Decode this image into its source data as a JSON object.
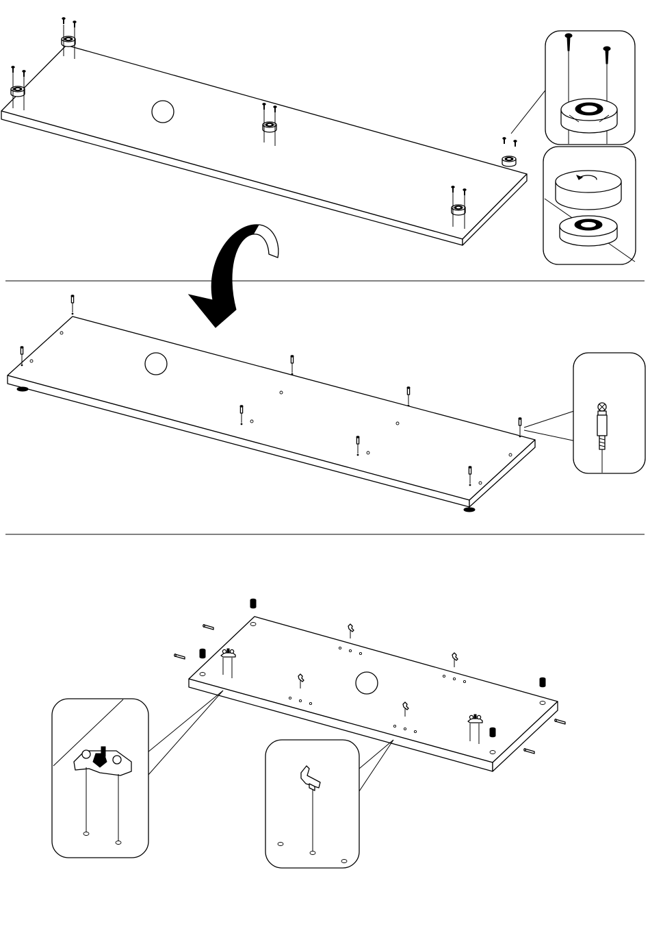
{
  "page": {
    "kind": "assembly-instruction-sheet",
    "text_content": []
  },
  "steps": [
    {
      "name": "step-1",
      "callouts": [
        "leveling-foot-detail",
        "foot-cap-detail"
      ]
    },
    {
      "name": "step-2",
      "callouts": [
        "cam-dowel-detail"
      ]
    },
    {
      "name": "step-3",
      "callouts": [
        "hinge-plate-detail",
        "shelf-support-detail"
      ]
    }
  ],
  "colors": {
    "ink": "#000000",
    "paper": "#ffffff"
  },
  "icons": [
    "screw-icon",
    "leveling-foot-icon",
    "rotation-arrow-icon",
    "flip-arrow-icon",
    "cam-dowel-icon",
    "hinge-plate-icon",
    "shelf-pin-icon",
    "wood-dowel-icon",
    "cam-lock-icon"
  ]
}
